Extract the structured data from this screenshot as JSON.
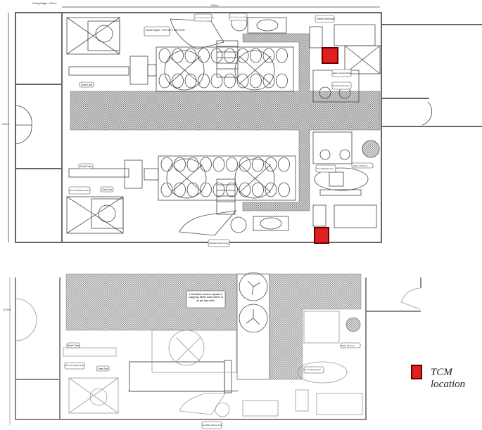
{
  "top_plan": {
    "ceiling_height": "Ceiling Height : 3.50 m",
    "length_dim": "9.00 m",
    "width_dim": "5.00 m",
    "labels": {
      "diesel_engine": "Diesel Engine : MTU 20 V 538 TB 92",
      "fresh_water_pump": "Fresh Water Hydrofor Pump",
      "fuel_oil_heater": "Fuel Oil Heater Sep Filter",
      "diesel_generator": "Diesel Generator",
      "battery_charger": "Battery Charger Banks",
      "electric_compressor": "Electric Compressor",
      "shaft_tube_top": "Shaft Tube",
      "shaft_tube_bottom": "Shaft Tube",
      "jacket_cooler": "MTU P.W Jacket Cooler",
      "gear_box": "Gear Box",
      "air_conditioning": "Air Conditioning Unit",
      "waste_oil_pump": "Waste Oil Pump",
      "sea_water_pump": "Sea Water Hydrofor Pump"
    }
  },
  "bottom_plan": {
    "width_dim": "5.00 m",
    "labels": {
      "ventilation": "2 Ventilation blowers capable of supplying 18000 cubic meters of air per hour each.",
      "shaft_tube": "Shaft Tube",
      "jacket_cooler": "MTU P.W Jacket Cooler",
      "gear_box": "Gear Box",
      "air_conditioning": "Air Conditioning Unit",
      "waste_oil_pump": "Waste Oil Pump",
      "sea_water_pump": "Sea Water Hydrofor Pump"
    }
  },
  "legend": {
    "tcm_label": "TCM location",
    "tcm_color": "#e02020"
  }
}
